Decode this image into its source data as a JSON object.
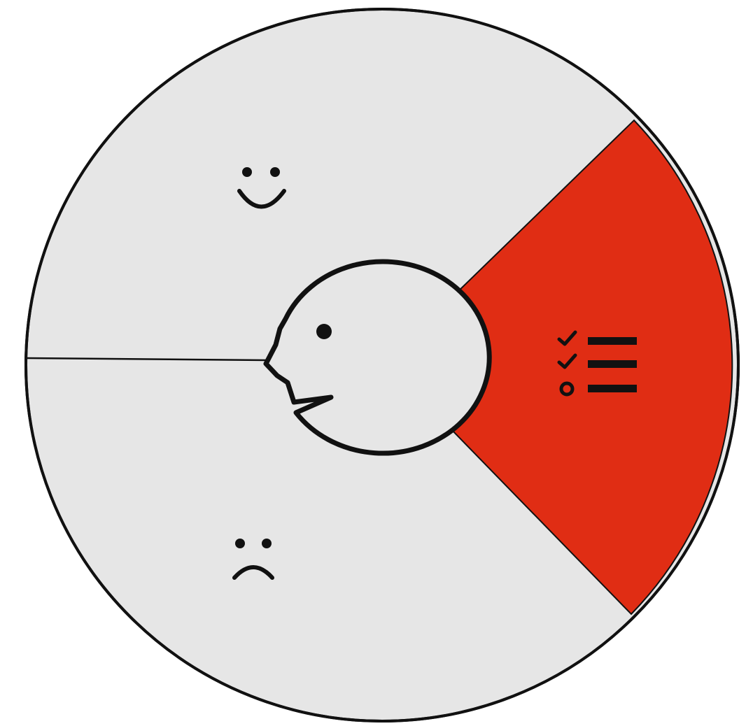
{
  "colors": {
    "background": "#ffffff",
    "disc": "#e6e6e6",
    "highlight_sector": "#e02d14",
    "outline": "#111111"
  },
  "segments": [
    {
      "id": "positive",
      "icon": "smiley-face-icon",
      "highlighted": false
    },
    {
      "id": "negative",
      "icon": "frowning-face-icon",
      "highlighted": false
    },
    {
      "id": "checklist",
      "icon": "checklist-icon",
      "highlighted": true
    }
  ],
  "center": {
    "icon": "speaking-head-icon"
  }
}
